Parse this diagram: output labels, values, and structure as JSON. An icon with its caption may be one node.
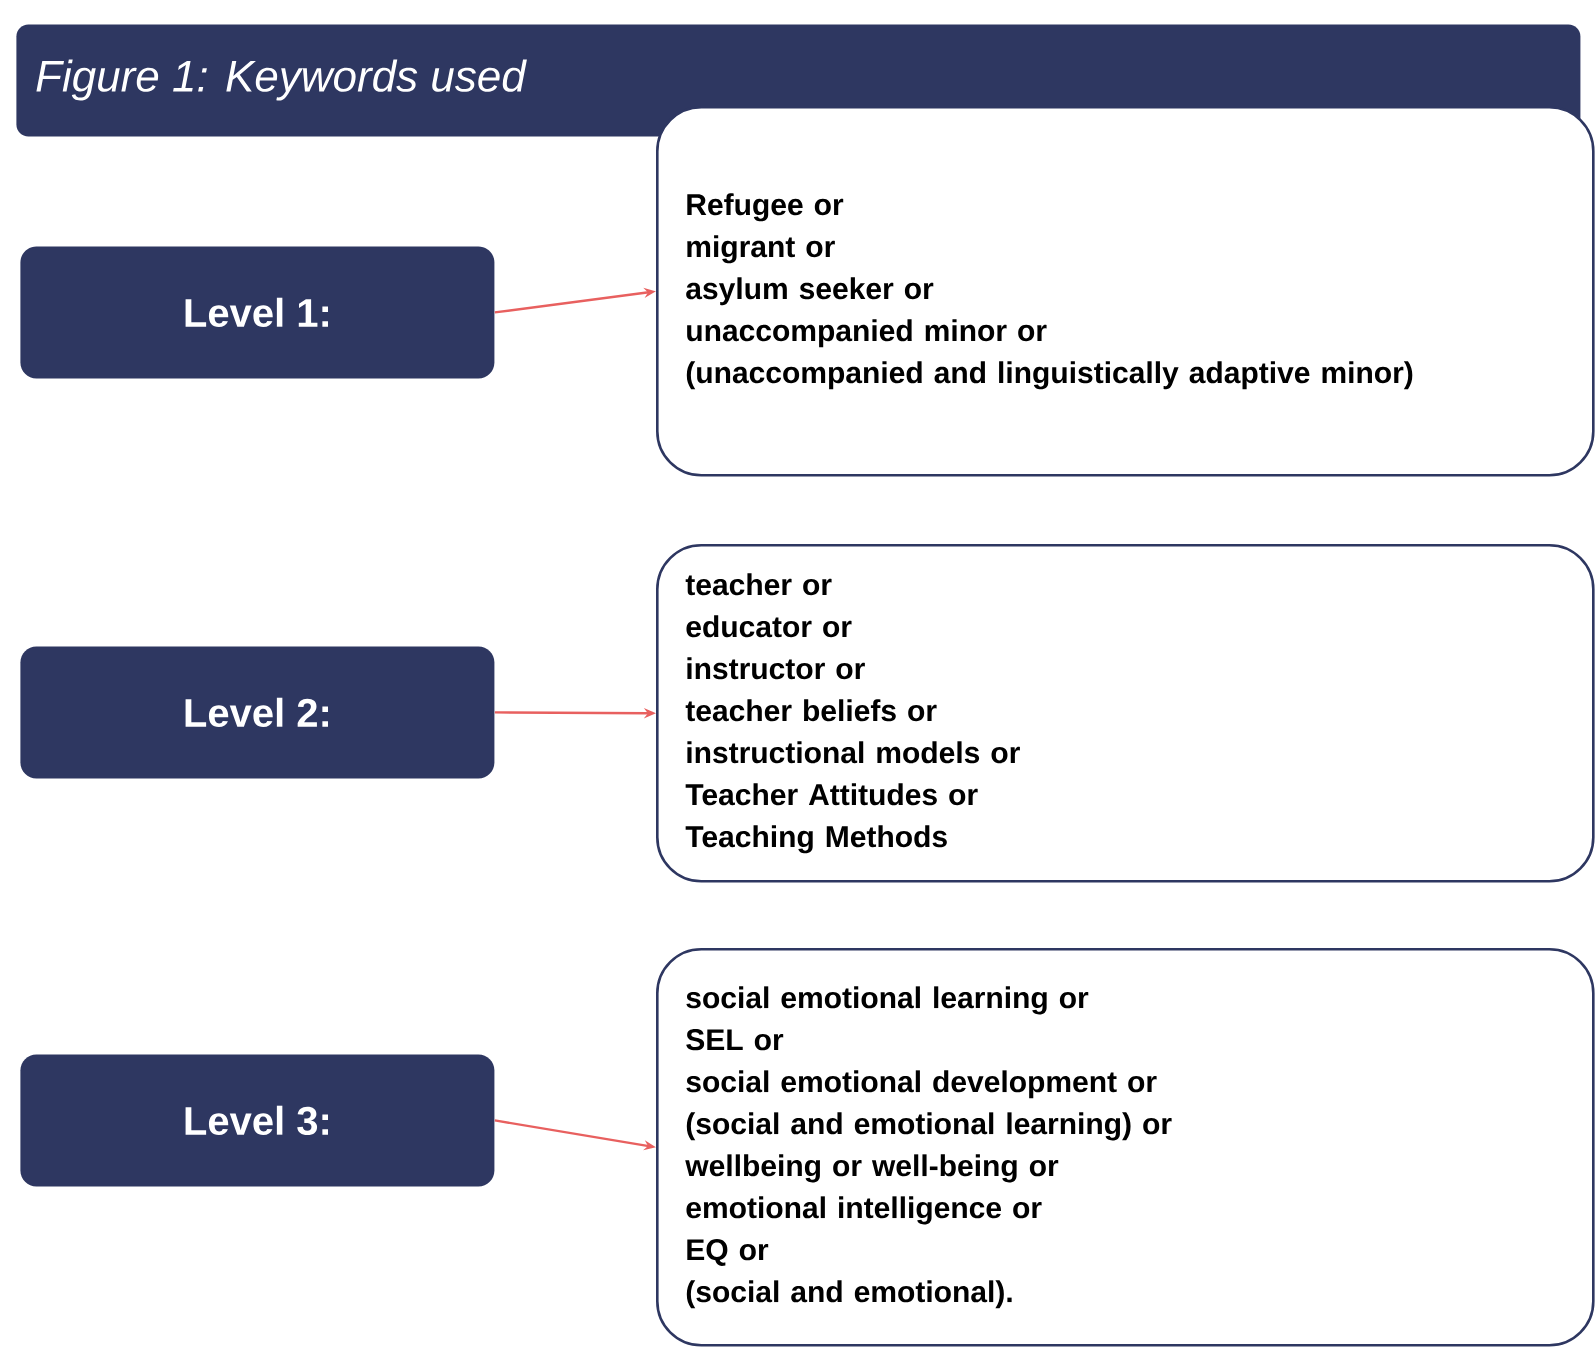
{
  "diagram": {
    "title": "Figure 1: Keywords used",
    "nodes": [
      {
        "text": [
          "Level 1:"
        ]
      },
      {
        "text": [
          "Refugee or",
          "migrant or",
          "asylum seeker or",
          "unaccompanied minor or",
          "(unaccompanied and linguistically adaptive minor)"
        ]
      },
      {
        "text": [
          "Level 2:"
        ]
      },
      {
        "text": [
          "teacher or",
          "educator or",
          "instructor or",
          "teacher beliefs or",
          "instructional models or",
          "Teacher Attitudes or",
          "Teaching Methods"
        ]
      },
      {
        "text": [
          "Level 3:"
        ]
      },
      {
        "text": [
          "social emotional learning or",
          "SEL or",
          "social emotional development or",
          "(social and emotional learning) or",
          "wellbeing or well-being or",
          "emotional intelligence or",
          "EQ or",
          "(social and emotional)."
        ]
      }
    ],
    "edges": [
      {
        "from": 0,
        "to": 1,
        "arrow": "to"
      },
      {
        "from": 2,
        "to": 3,
        "arrow": "to"
      },
      {
        "from": 4,
        "to": 5,
        "arrow": "to"
      }
    ]
  }
}
